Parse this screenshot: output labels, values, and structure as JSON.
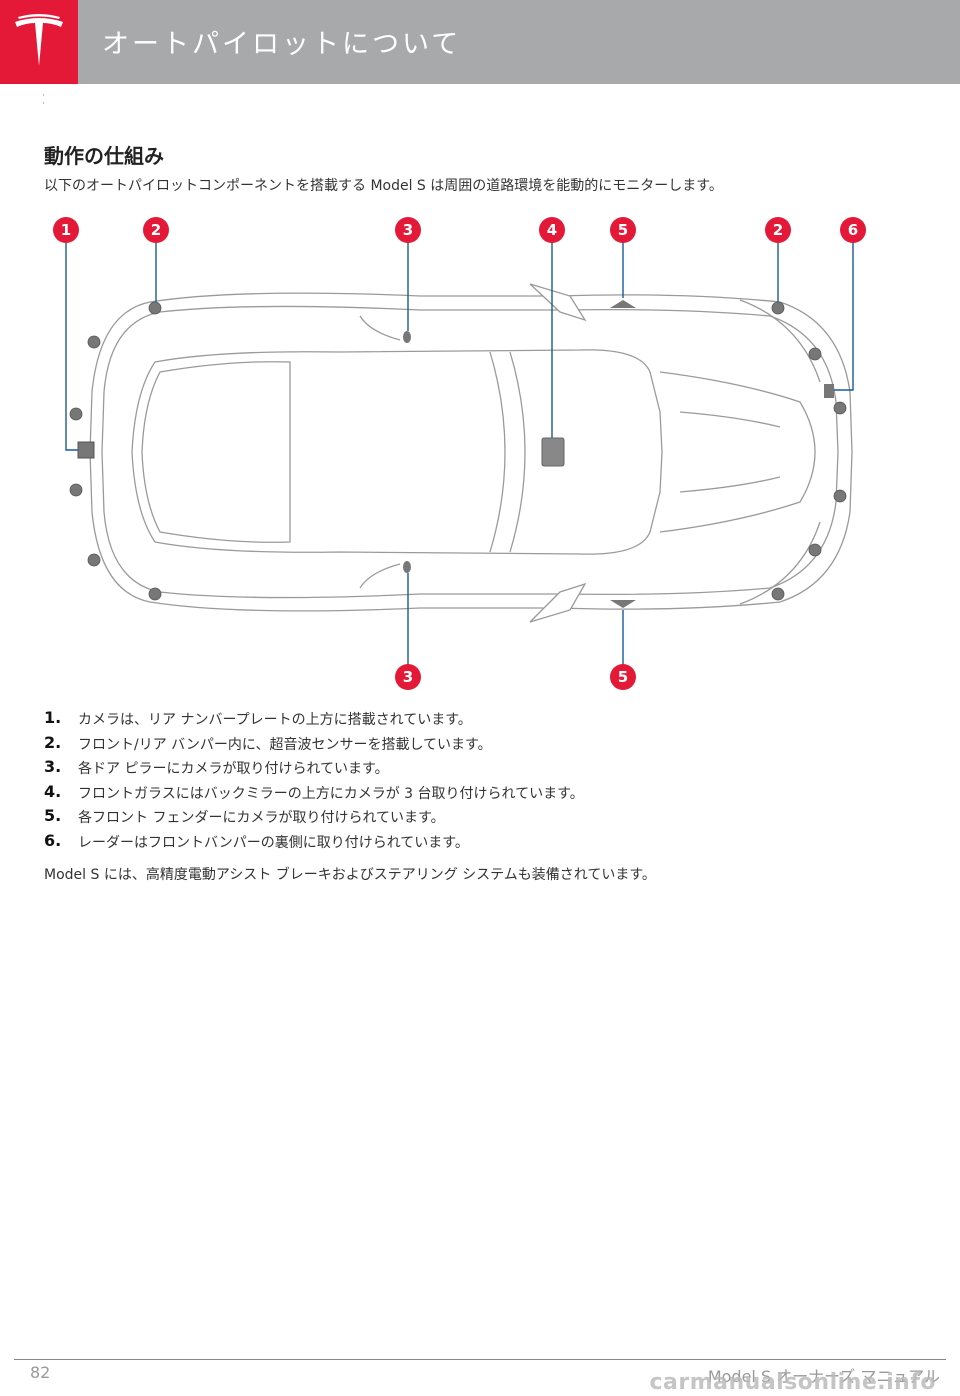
{
  "header": {
    "title": "オートパイロットについて"
  },
  "section": {
    "title": "動作の仕組み",
    "intro": "以下のオートパイロットコンポーネントを搭載する Model S は周囲の道路環境を能動的にモニターします。"
  },
  "diagram": {
    "callouts": [
      "1",
      "2",
      "3",
      "4",
      "5",
      "2",
      "6",
      "3",
      "5"
    ],
    "badge_color": "#e31937"
  },
  "list": [
    {
      "num": "1.",
      "text": "カメラは、リア ナンバープレートの上方に搭載されています。"
    },
    {
      "num": "2.",
      "text": "フロント/リア バンパー内に、超音波センサーを搭載しています。"
    },
    {
      "num": "3.",
      "text": "各ドア ピラーにカメラが取り付けられています。"
    },
    {
      "num": "4.",
      "text": "フロントガラスにはバックミラーの上方にカメラが 3 台取り付けられています。"
    },
    {
      "num": "5.",
      "text": "各フロント フェンダーにカメラが取り付けられています。"
    },
    {
      "num": "6.",
      "text": "レーダーはフロントバンパーの裏側に取り付けられています。"
    }
  ],
  "closing": "Model S には、高精度電動アシスト ブレーキおよびステアリング システムも装備されています。",
  "footer": {
    "page": "82",
    "title": "Model S オーナーズ マニュアル"
  },
  "watermark": "carmanualsonline.info",
  "colors": {
    "brand_red": "#e31937",
    "header_gray": "#a7a9ab"
  }
}
